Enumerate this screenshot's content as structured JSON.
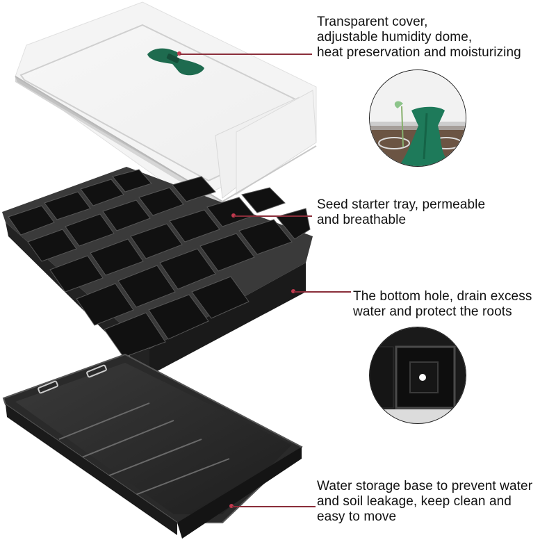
{
  "infographic": {
    "subject": "Seed starter kit: humidity dome, cell tray and base tray",
    "callouts": [
      {
        "id": "cover",
        "text": "Transparent cover,\nadjustable humidity dome,\nheat preservation and moisturizing"
      },
      {
        "id": "cell-tray",
        "text": "Seed starter tray, permeable\nand breathable"
      },
      {
        "id": "drain-hole",
        "text": "The bottom hole, drain excess\nwater and protect the roots"
      },
      {
        "id": "base-tray",
        "text": "Water storage base to prevent water\nand soil leakage, keep clean and\neasy to move"
      }
    ],
    "tray_cells": {
      "rows": 4,
      "cols": 6,
      "total": 24
    },
    "detail_images": [
      {
        "id": "vent-closeup",
        "depicts": "green adjustable vent with seedlings"
      },
      {
        "id": "hole-closeup",
        "depicts": "cell bottom with drain hole"
      }
    ],
    "colors": {
      "leader_line": "#8a2e3a",
      "leader_dot": "#c0394e",
      "vent_green": "#1e6b4f",
      "tray_black": "#1c1c1c",
      "text": "#111111"
    }
  }
}
